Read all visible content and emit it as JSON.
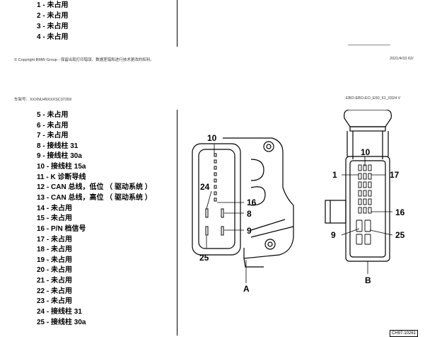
{
  "top_pins": [
    "1 - 未占用",
    "2 - 未占用",
    "3 - 未占用",
    "4 - 未占用"
  ],
  "footer": {
    "copyright": "© Copyright BMW Group - 保留出现打印错误、数据差错和进行技术更改的权利。",
    "date": "2021/4/10 62/"
  },
  "header": {
    "vin": "车架号：XXXNU49XXXSC37269",
    "doc_id": "EBO-EBO-EO_E60_61_0324 V"
  },
  "pins": [
    "5 - 未占用",
    "6 - 未占用",
    "7 - 未占用",
    "8 - 接线柱 31",
    "9 - 接线柱 30a",
    "10 - 接线柱 15a",
    "11 - K 诊断导线",
    "12 - CAN 总线，低位 （ 驱动系统 ）",
    "13 - CAN 总线，高位 （ 驱动系统 ）",
    "14 - 未占用",
    "15 - 未占用",
    "16 - P/N 档信号",
    "17 - 未占用",
    "18 - 未占用",
    "19 - 未占用",
    "20 - 未占用",
    "21 - 未占用",
    "22 - 未占用",
    "23 - 未占用",
    "24 - 接线柱 31",
    "25 - 接线柱 30a"
  ],
  "diagram": {
    "labels_a": [
      "10",
      "24",
      "16",
      "8",
      "9",
      "25",
      "A"
    ],
    "labels_b": [
      "10",
      "1",
      "17",
      "16",
      "9",
      "25",
      "B"
    ],
    "figure_id": "CH97-10261"
  }
}
